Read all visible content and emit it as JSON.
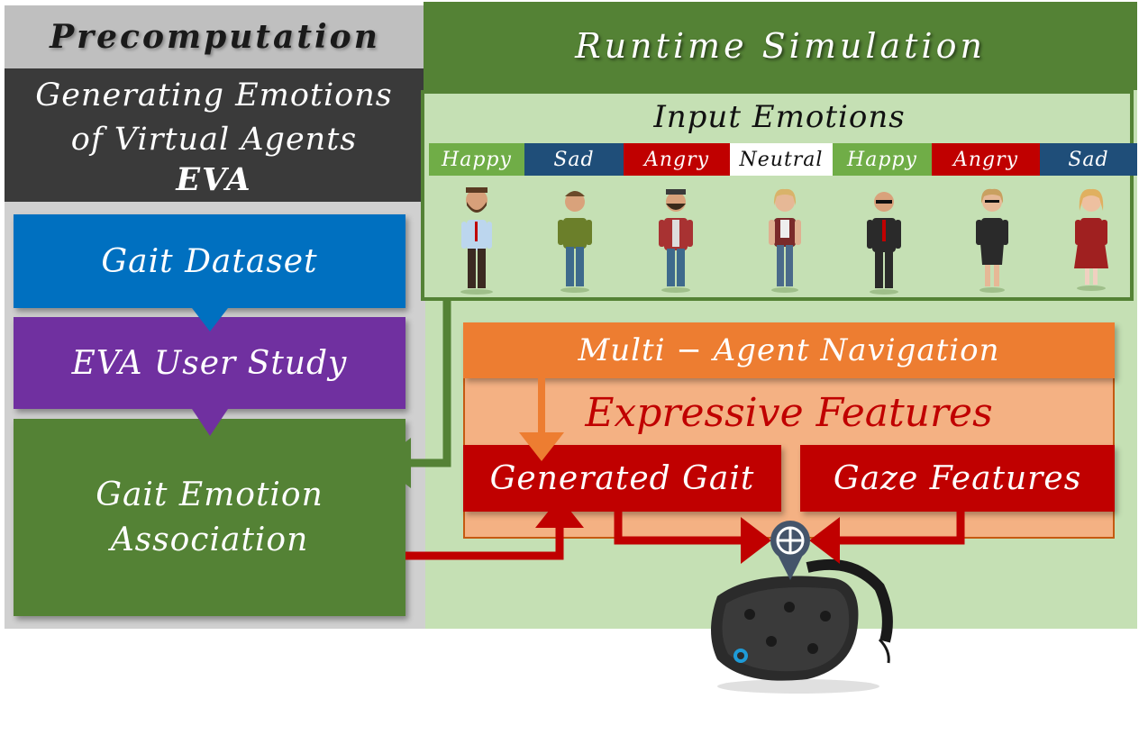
{
  "left": {
    "header": "Precomputation",
    "title_line1": "Generating Emotions",
    "title_line2": "of Virtual Agents",
    "title_line3": "EVA",
    "boxes": [
      {
        "label": "Gait Dataset"
      },
      {
        "label": "EVA User Study"
      },
      {
        "label_line1": "Gait Emotion",
        "label_line2": "Association"
      }
    ]
  },
  "right": {
    "header": "Runtime Simulation",
    "input_title": "Input Emotions",
    "emotions": [
      {
        "label": "Happy",
        "color": "#70ad47"
      },
      {
        "label": "Sad",
        "color": "#1f4e79"
      },
      {
        "label": "Angry",
        "color": "#c00000"
      },
      {
        "label": "Neutral",
        "color": "#ffffff"
      },
      {
        "label": "Happy",
        "color": "#70ad47"
      },
      {
        "label": "Angry",
        "color": "#c00000"
      },
      {
        "label": "Sad",
        "color": "#1f4e79"
      }
    ],
    "navigation": "Multi − Agent Navigation",
    "expressive": "Expressive Features",
    "generated_gait": "Generated Gait",
    "gaze_features": "Gaze Features",
    "combine_icon": "plus-circle-icon",
    "device_icon": "vr-headset-icon"
  },
  "colors": {
    "green_dark": "#548235",
    "green_light": "#c5e0b4",
    "gray_header": "#bfbfbf",
    "charcoal": "#3a3a3a",
    "blue": "#0070c0",
    "purple": "#7030a0",
    "orange": "#ed7d31",
    "orange_light": "#f4b183",
    "red": "#c00000"
  }
}
